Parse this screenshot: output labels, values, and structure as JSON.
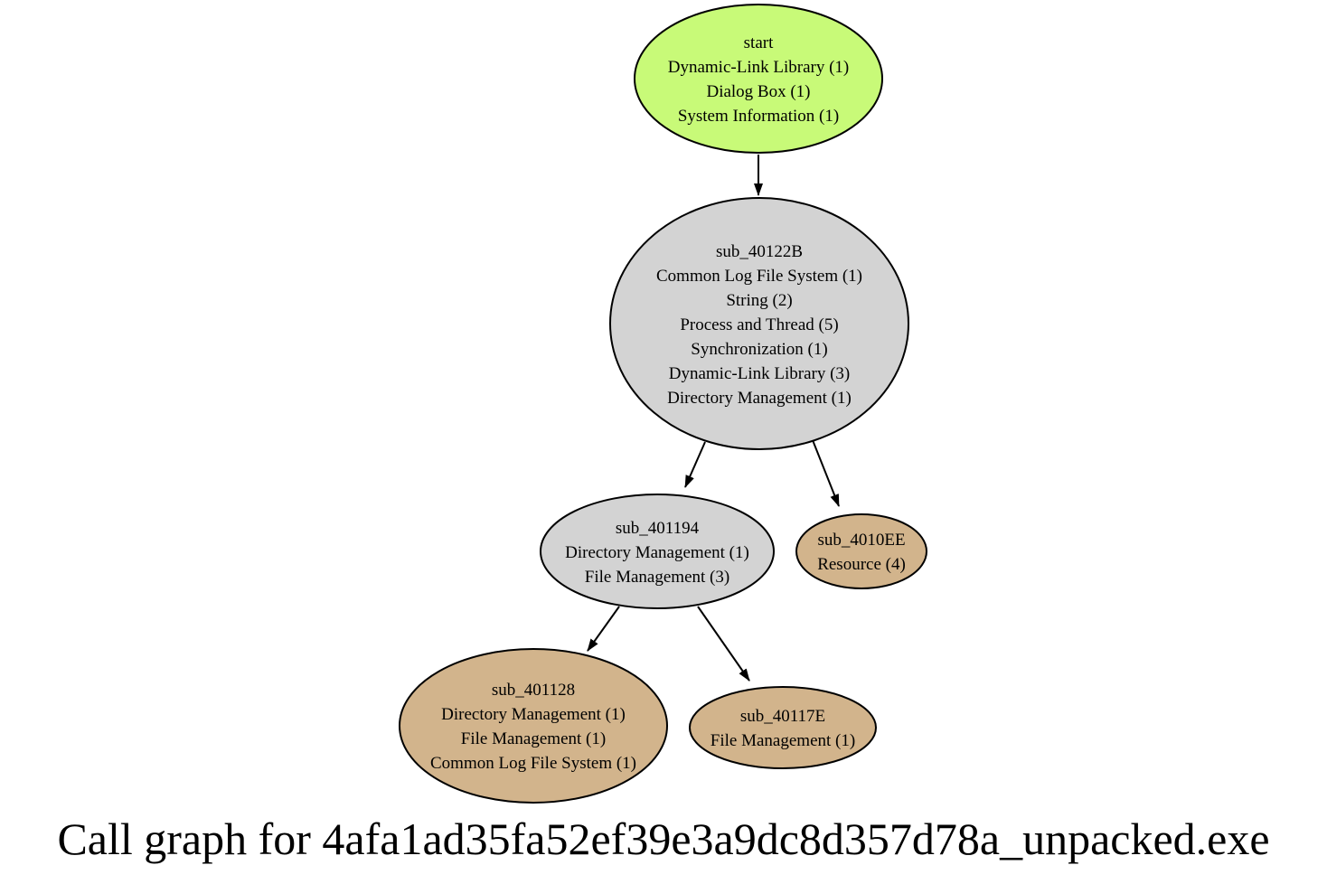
{
  "diagram": {
    "type": "call-graph",
    "title": "Call graph for 4afa1ad35fa52ef39e3a9dc8d357d78a_unpacked.exe",
    "colors": {
      "background": "#ffffff",
      "entry_fill": "#c8fa78",
      "internal_fill": "#d3d3d3",
      "leaf_fill": "#d2b48c",
      "node_stroke": "#000000",
      "edge": "#000000",
      "text": "#000000"
    },
    "nodes": [
      {
        "id": "start",
        "role": "entry-point",
        "lines": [
          "start",
          "Dynamic-Link Library (1)",
          "Dialog Box (1)",
          "System Information (1)"
        ]
      },
      {
        "id": "sub_40122B",
        "role": "internal",
        "lines": [
          "sub_40122B",
          "Common Log File System (1)",
          "String (2)",
          "Process and Thread (5)",
          "Synchronization (1)",
          "Dynamic-Link Library (3)",
          "Directory Management (1)"
        ]
      },
      {
        "id": "sub_401194",
        "role": "internal",
        "lines": [
          "sub_401194",
          "Directory Management (1)",
          "File Management (3)"
        ]
      },
      {
        "id": "sub_4010EE",
        "role": "leaf",
        "lines": [
          "sub_4010EE",
          "Resource (4)"
        ]
      },
      {
        "id": "sub_401128",
        "role": "leaf",
        "lines": [
          "sub_401128",
          "Directory Management (1)",
          "File Management (1)",
          "Common Log File System (1)"
        ]
      },
      {
        "id": "sub_40117E",
        "role": "leaf",
        "lines": [
          "sub_40117E",
          "File Management (1)"
        ]
      }
    ],
    "edges": [
      {
        "from": "start",
        "to": "sub_40122B"
      },
      {
        "from": "sub_40122B",
        "to": "sub_401194"
      },
      {
        "from": "sub_40122B",
        "to": "sub_4010EE"
      },
      {
        "from": "sub_401194",
        "to": "sub_401128"
      },
      {
        "from": "sub_401194",
        "to": "sub_40117E"
      }
    ]
  }
}
